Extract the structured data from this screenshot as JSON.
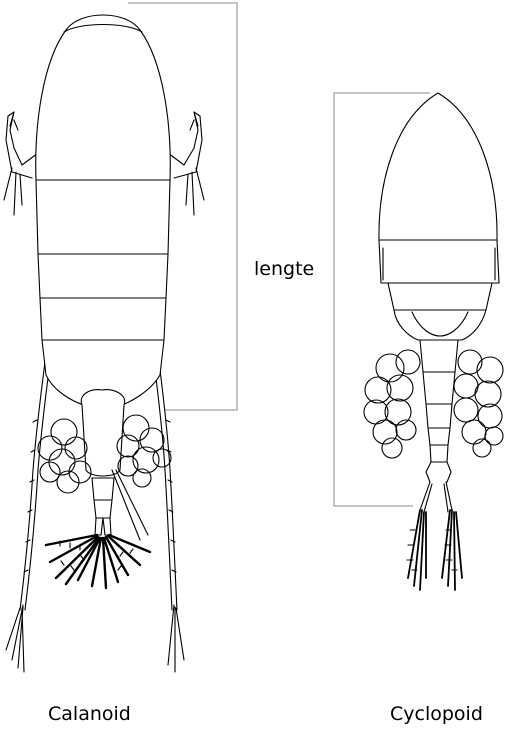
{
  "labels": {
    "length": "lengte",
    "calanoid": "Calanoid",
    "cyclopoid": "Cyclopoid"
  },
  "colors": {
    "ink": "#000000",
    "bracket": "#8c8c8c",
    "background": "#ffffff",
    "egg": "#e6e6e6"
  }
}
